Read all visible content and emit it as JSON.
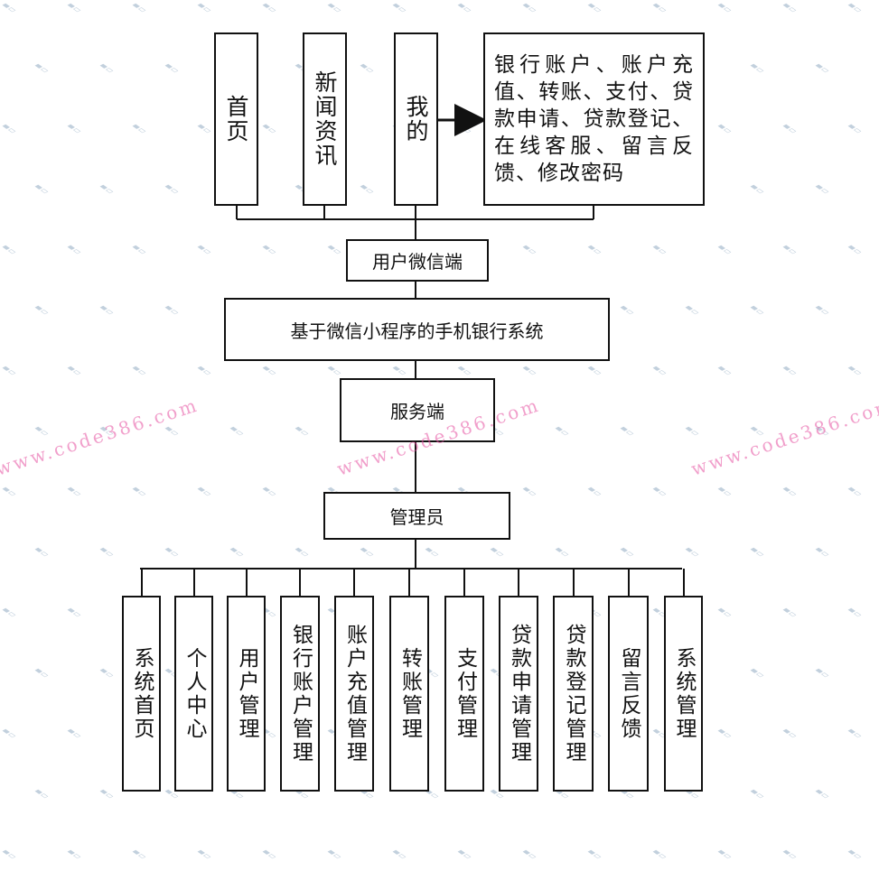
{
  "top_modules": [
    "首页",
    "新闻资讯",
    "我的"
  ],
  "my_functions": "银行账户、账户充值、转账、支付、贷款申请、贷款登记、在线客服、留言反馈、修改密码",
  "user_client": "用户微信端",
  "system_title": "基于微信小程序的手机银行系统",
  "server": "服务端",
  "admin": "管理员",
  "admin_modules": [
    "系统首页",
    "个人中心",
    "用户管理",
    "银行账户管理",
    "账户充值管理",
    "转账管理",
    "支付管理",
    "贷款申请管理",
    "贷款登记管理",
    "留言反馈",
    "系统管理"
  ],
  "watermarks": [
    "www.code386.com",
    "www.code386.com",
    "www.code386.com"
  ],
  "colors": {
    "line": "#111111",
    "watermark": "#e650a0"
  }
}
